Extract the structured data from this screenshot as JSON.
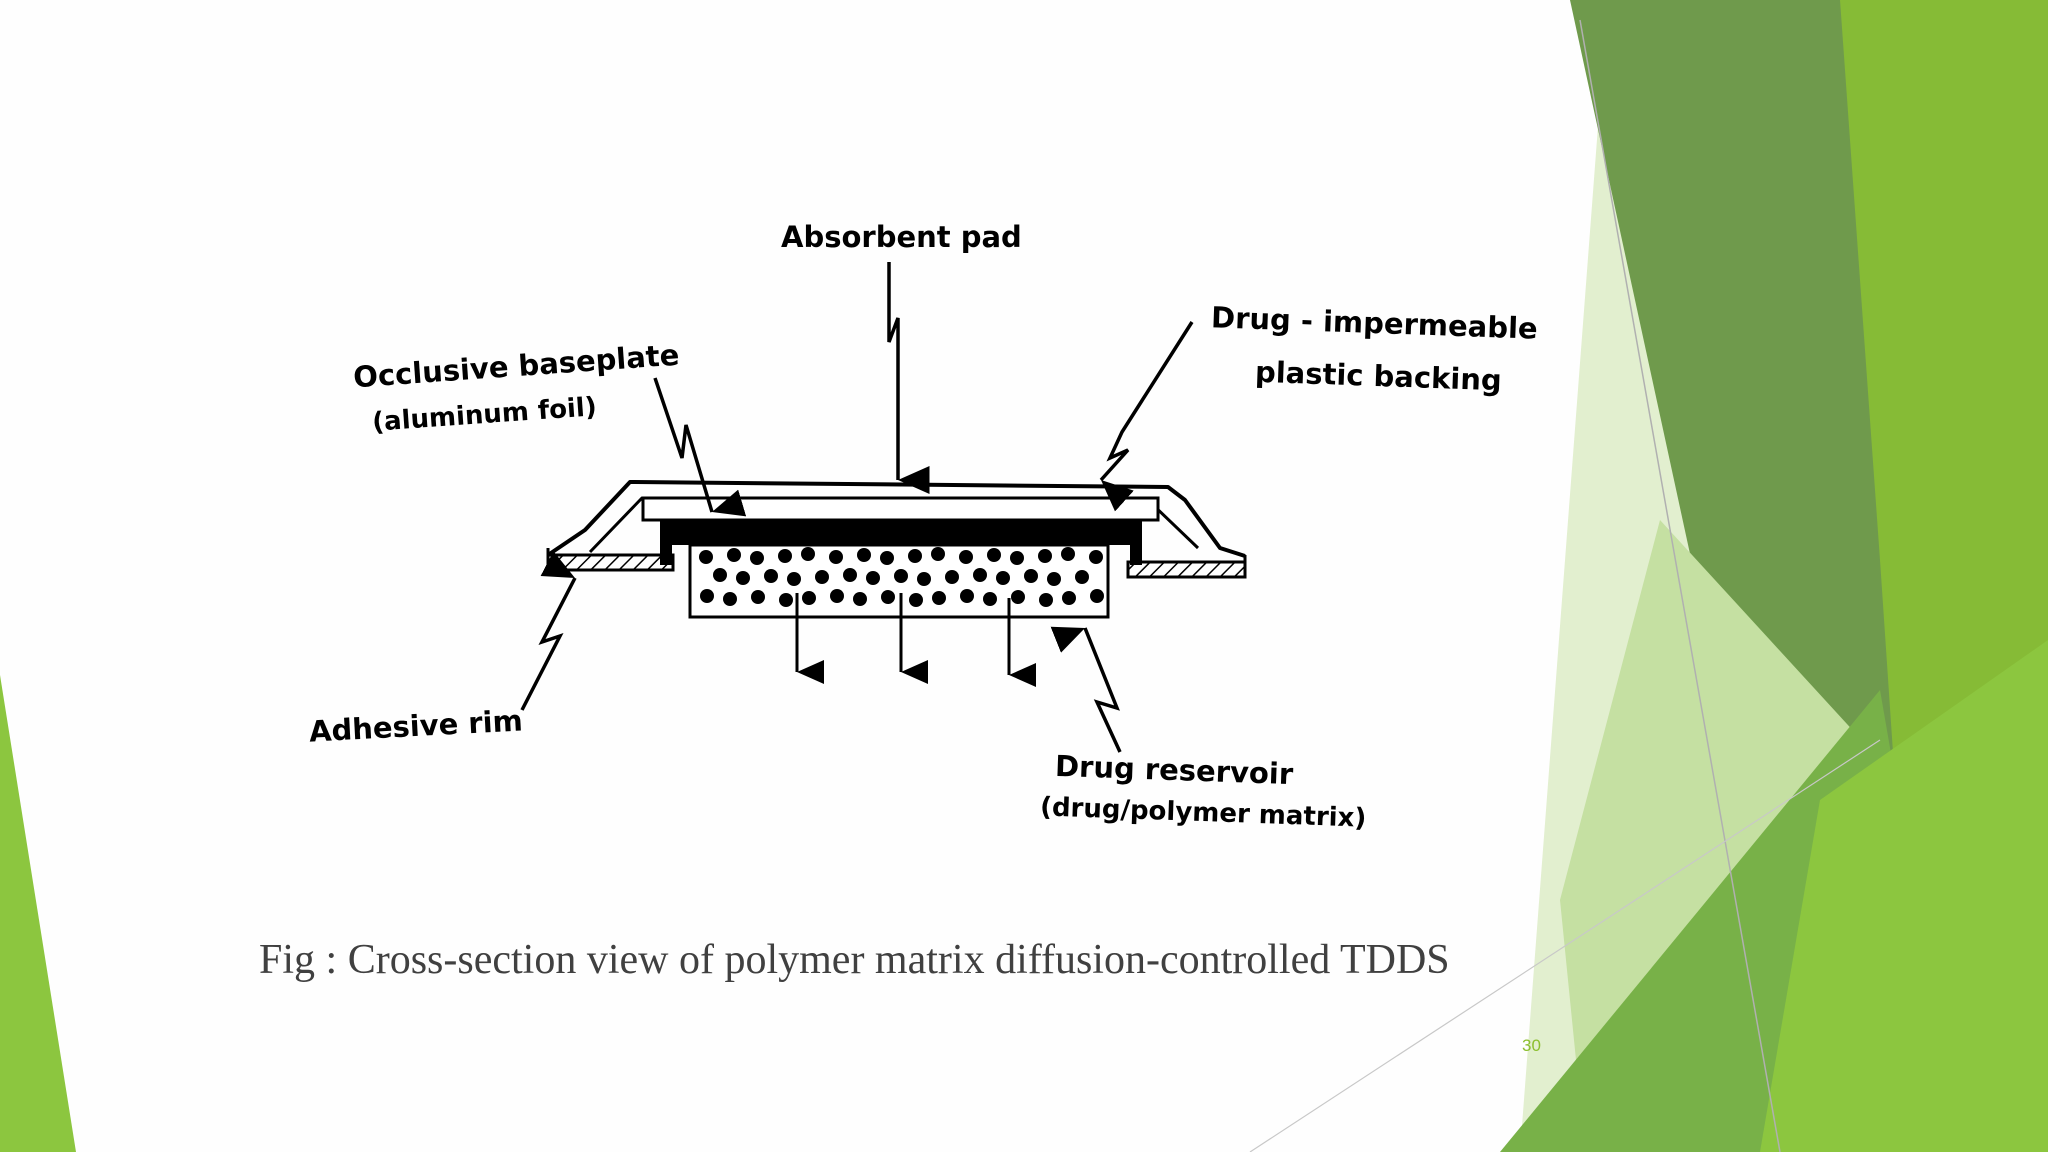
{
  "diagram": {
    "labels": {
      "absorbent_pad": "Absorbent pad",
      "drug_impermeable_line1": "Drug - impermeable",
      "drug_impermeable_line2": "plastic backing",
      "occlusive_line1": "Occlusive baseplate",
      "occlusive_line2": "(aluminum foil)",
      "adhesive_rim": "Adhesive rim",
      "drug_reservoir_line1": "Drug reservoir",
      "drug_reservoir_line2": "(drug/polymer matrix)"
    }
  },
  "caption": "Fig : Cross-section view of polymer matrix diffusion-controlled TDDS",
  "page_number": "30",
  "theme": {
    "accent_green": "#8cc63f",
    "dark_green": "#6a9a3a",
    "mid_green": "#7ab648",
    "light_green": "#cde3a8"
  }
}
